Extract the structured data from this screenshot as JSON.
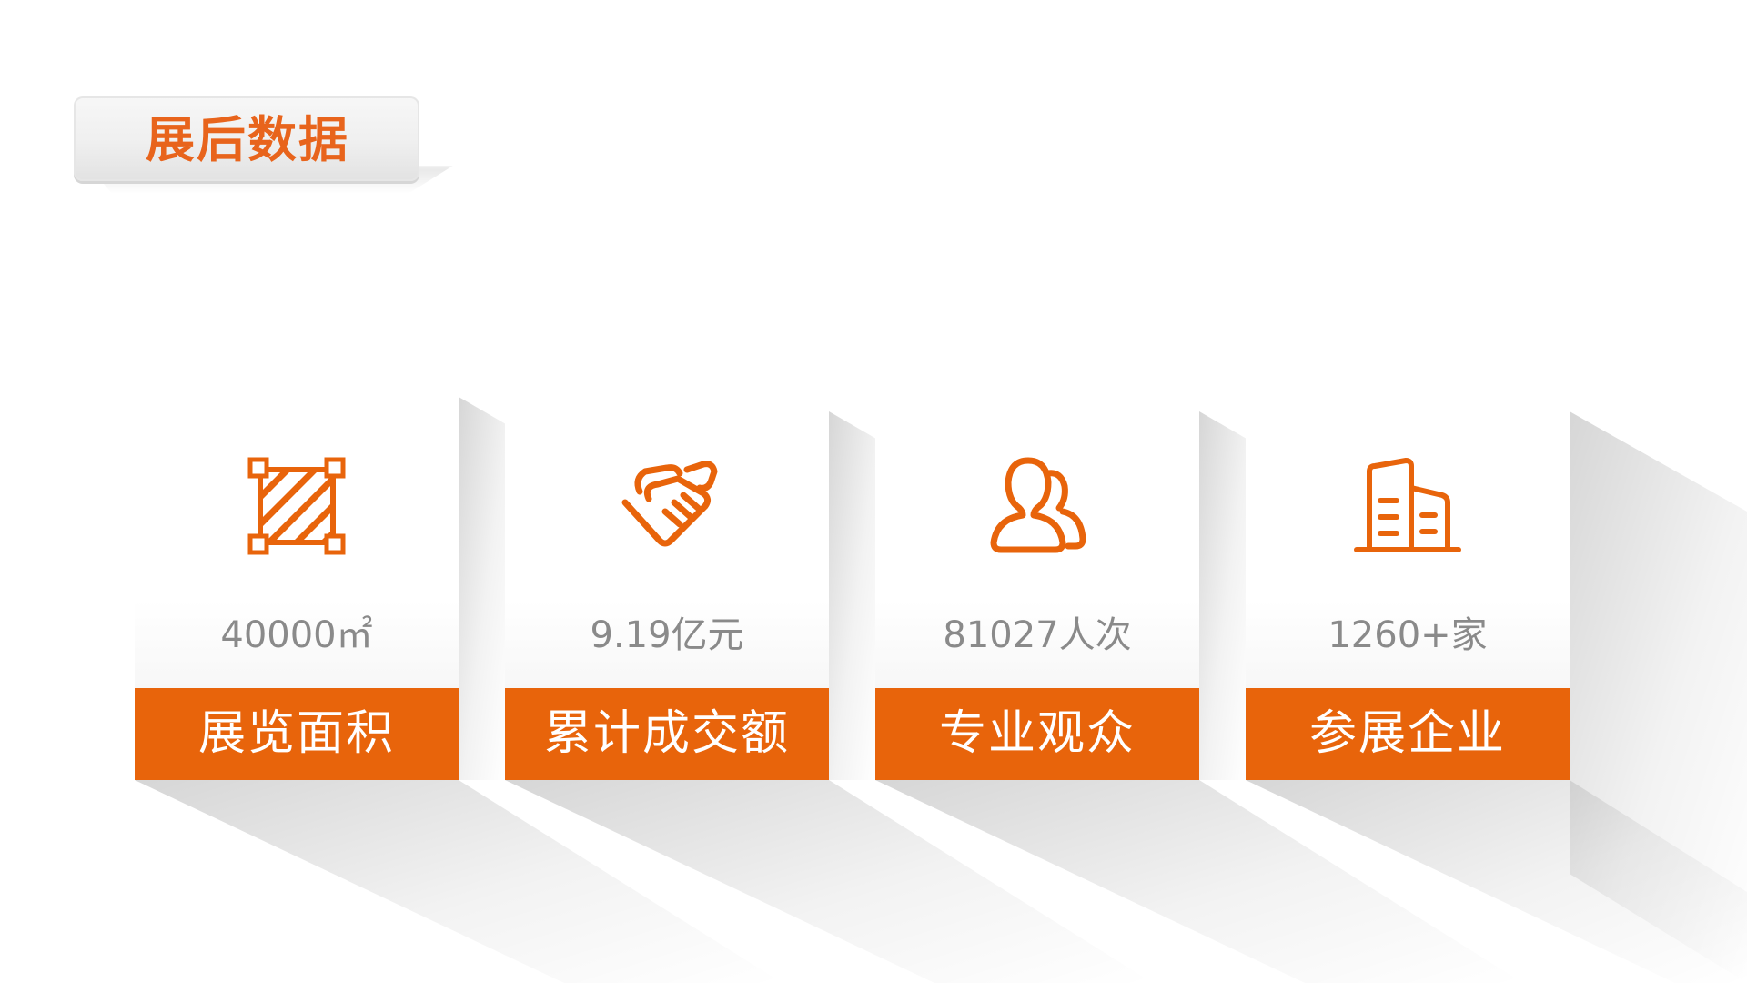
{
  "title": "展后数据",
  "accent_color": "#e8640b",
  "cards": [
    {
      "icon": "area-icon",
      "value": "40000㎡",
      "label": "展览面积"
    },
    {
      "icon": "handshake-icon",
      "value": "9.19亿元",
      "label": "累计成交额"
    },
    {
      "icon": "people-icon",
      "value": "81027人次",
      "label": "专业观众"
    },
    {
      "icon": "buildings-icon",
      "value": "1260+家",
      "label": "参展企业"
    }
  ]
}
